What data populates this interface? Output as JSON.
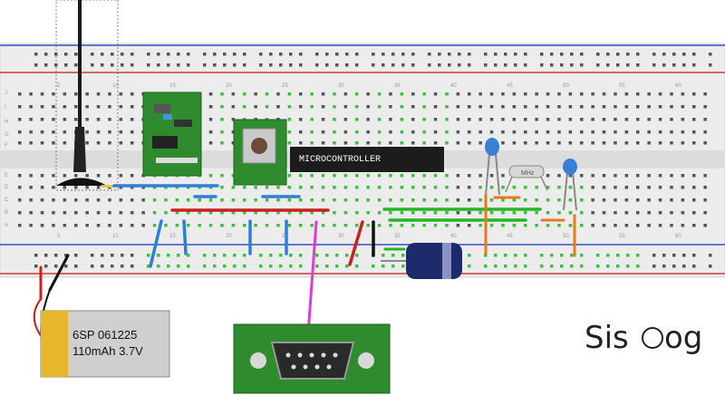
{
  "breadboard": {
    "row_letters_top": [
      "J",
      "I",
      "H",
      "G",
      "F"
    ],
    "row_letters_bottom": [
      "E",
      "D",
      "C",
      "B",
      "A"
    ],
    "column_numbers": [
      "5",
      "10",
      "15",
      "20",
      "25",
      "30",
      "35",
      "40",
      "45",
      "50",
      "55",
      "60"
    ]
  },
  "components": {
    "microcontroller_label": "MICROCONTROLLER",
    "crystal_label": "MHz",
    "battery_line1": "6SP 061225",
    "battery_line2": "110mAh 3.7V",
    "logo_text": "Sis",
    "logo_suffix": "og"
  },
  "colors": {
    "board": "#ececec",
    "rail_red": "#c93b3b",
    "rail_blue": "#3c4fbf",
    "pcb_green": "#2e8b2e",
    "wire_blue": "#2f7fd6",
    "wire_red": "#cc1f1f",
    "wire_green": "#27b427",
    "wire_orange": "#e87a1e",
    "wire_magenta": "#e23ad6",
    "wire_black": "#111111",
    "capacitor_blue": "#3a7fd6",
    "battery_yellow": "#e7b62a"
  }
}
